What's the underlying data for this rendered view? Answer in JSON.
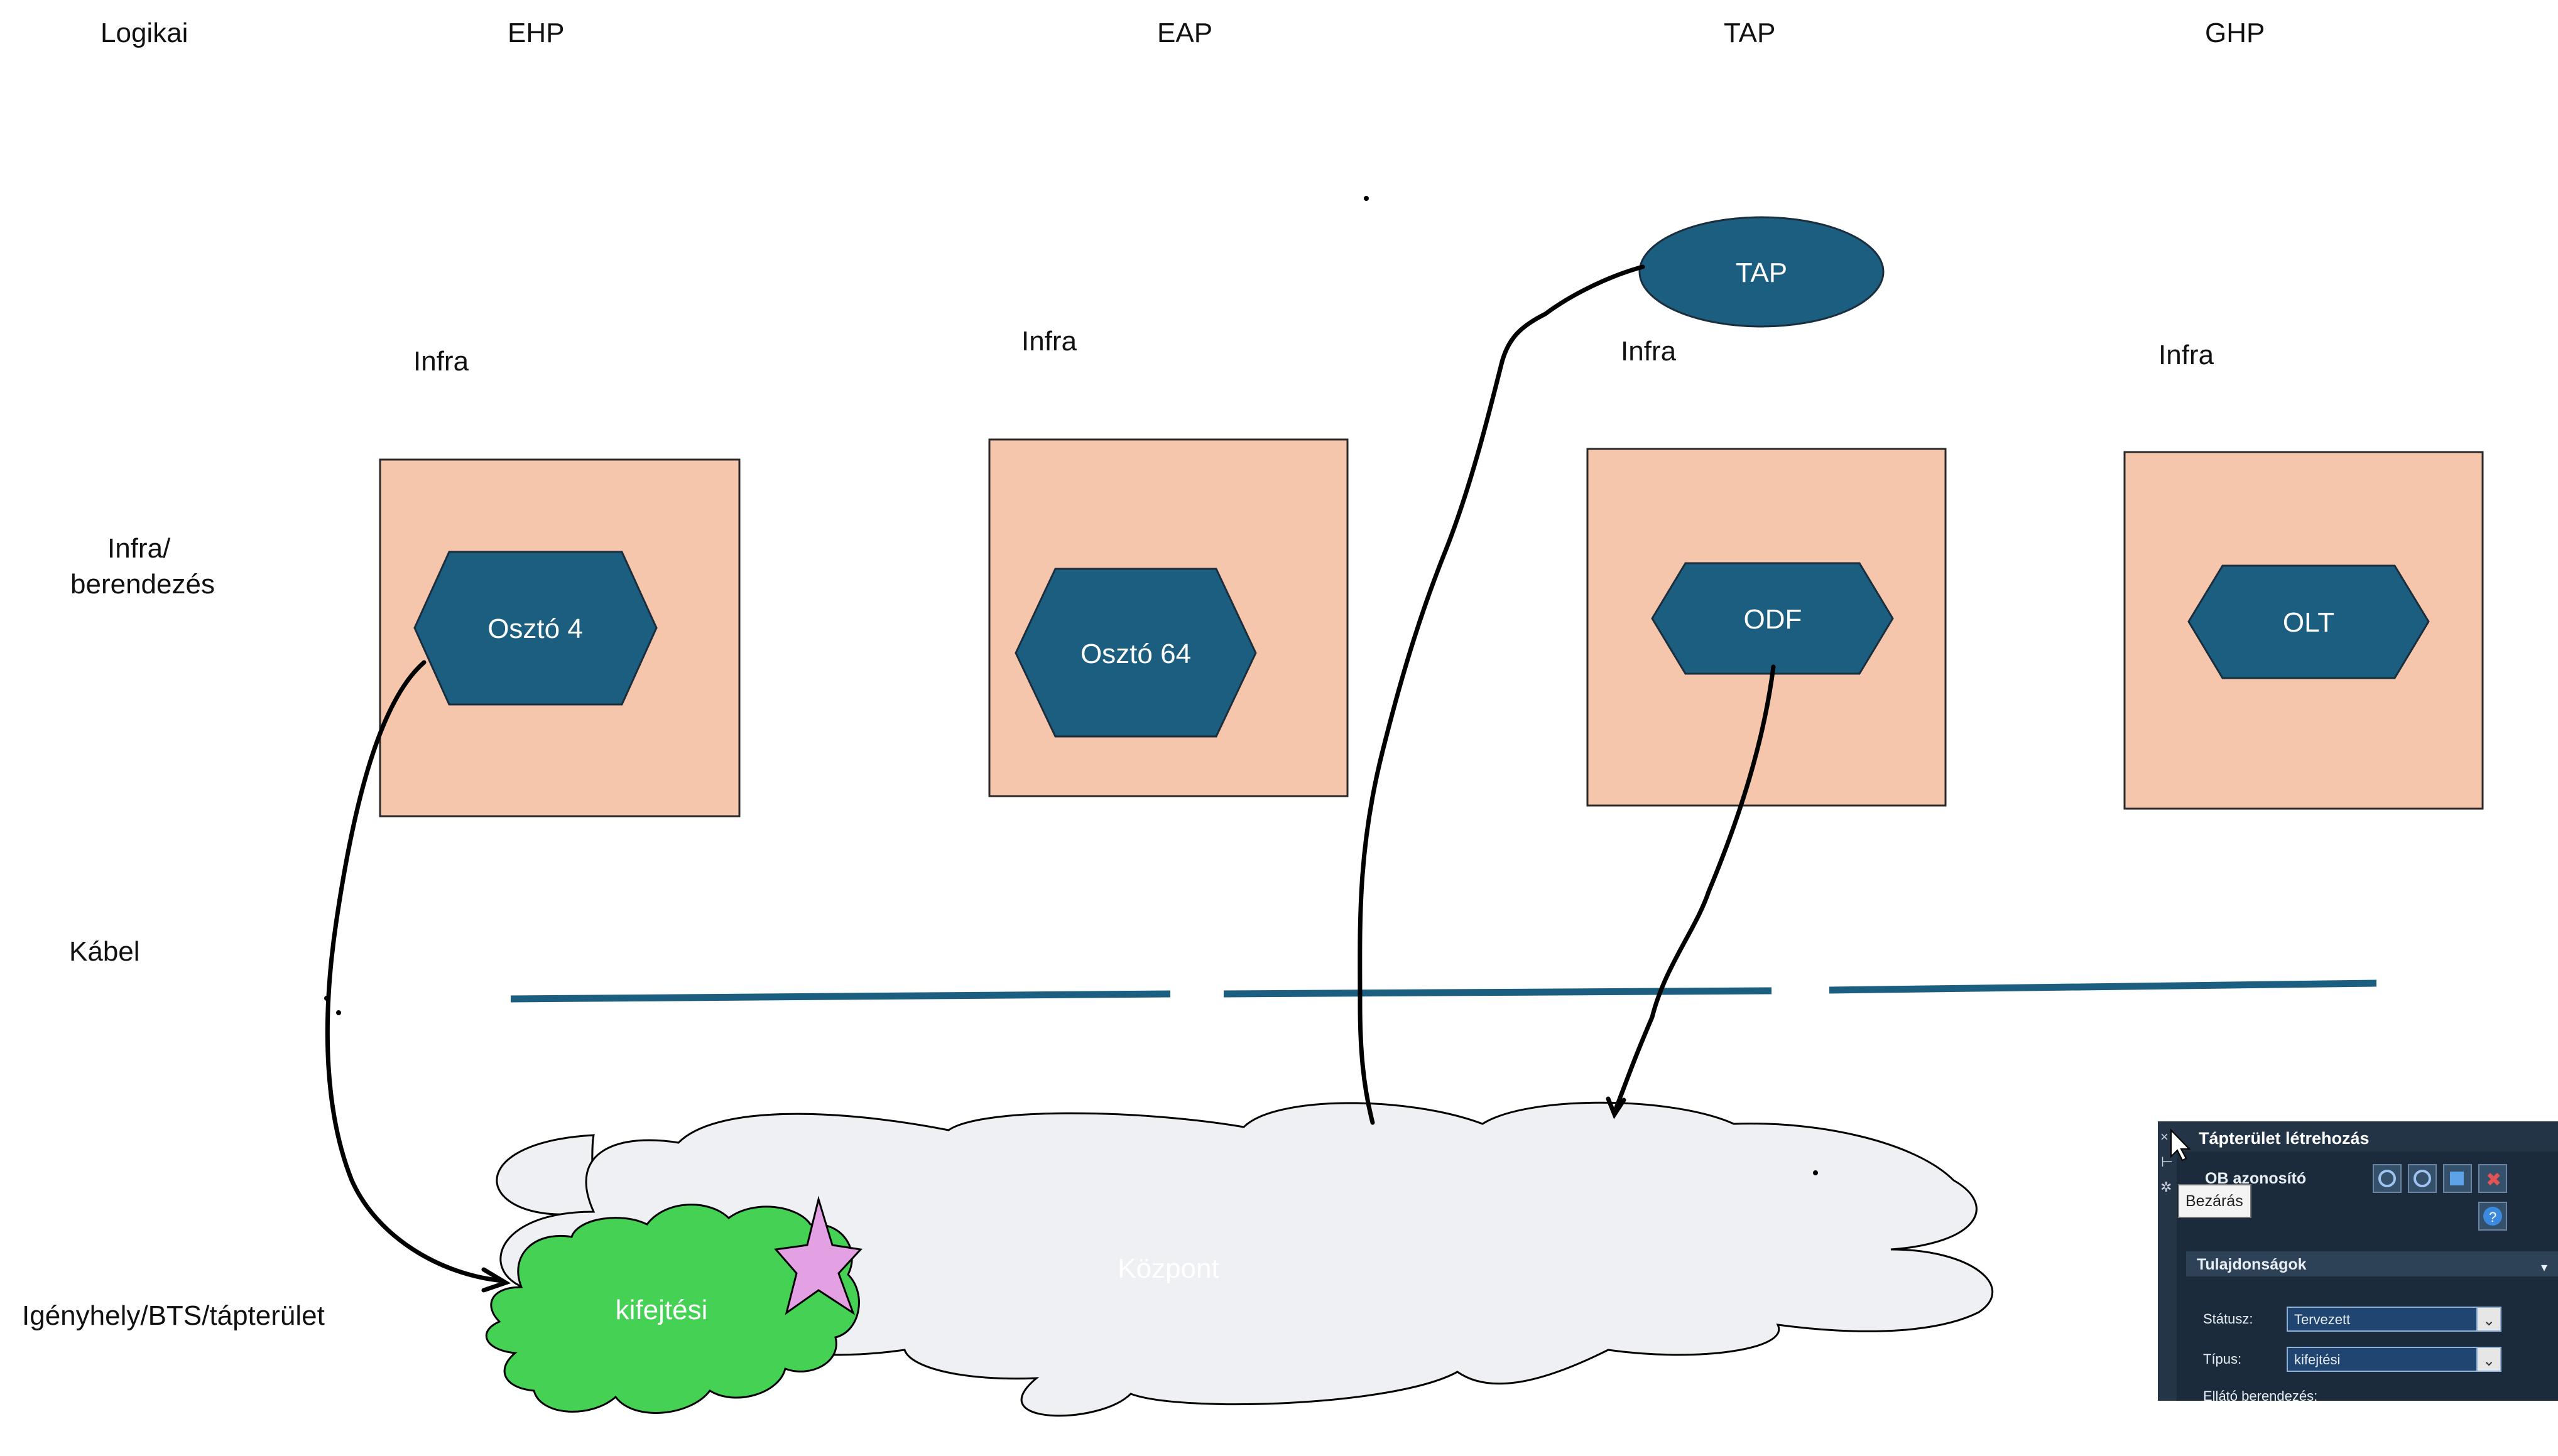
{
  "columns": [
    "Logikai",
    "EHP",
    "EAP",
    "TAP",
    "GHP"
  ],
  "rows": {
    "infra_equipment": "Infra/\nberendezés",
    "cable": "Kábel",
    "service_area": "Igényhely/BTS/tápterület"
  },
  "infra_labels": [
    "Infra",
    "Infra",
    "Infra",
    "Infra"
  ],
  "equipment": [
    "Osztó 4",
    "Osztó 64",
    "ODF",
    "OLT"
  ],
  "tap_node": "TAP",
  "clouds": {
    "central": "Központ",
    "service": "kifejtési"
  },
  "colors": {
    "box_fill": "#f5c6ab",
    "hexagon_fill": "#1b5e80",
    "cable_line": "#1b5e80",
    "cloud_fill": "#eff0f4",
    "service_cloud_fill": "#45d254",
    "star_fill": "#e3a1e3",
    "panel_bg": "#1c2b3b"
  },
  "panel": {
    "title": "Tápterület létrehozás",
    "ob_label": "OB azonosító",
    "tooltip": "Bezárás",
    "section": "Tulajdonságok",
    "status_label": "Státusz:",
    "status_value": "Tervezett",
    "type_label": "Típus:",
    "type_value": "kifejtési",
    "supplier_label": "Ellátó berendezés:",
    "icons": [
      "locate-icon",
      "locate-alt-icon",
      "select-icon",
      "delete-icon",
      "help-icon"
    ]
  }
}
